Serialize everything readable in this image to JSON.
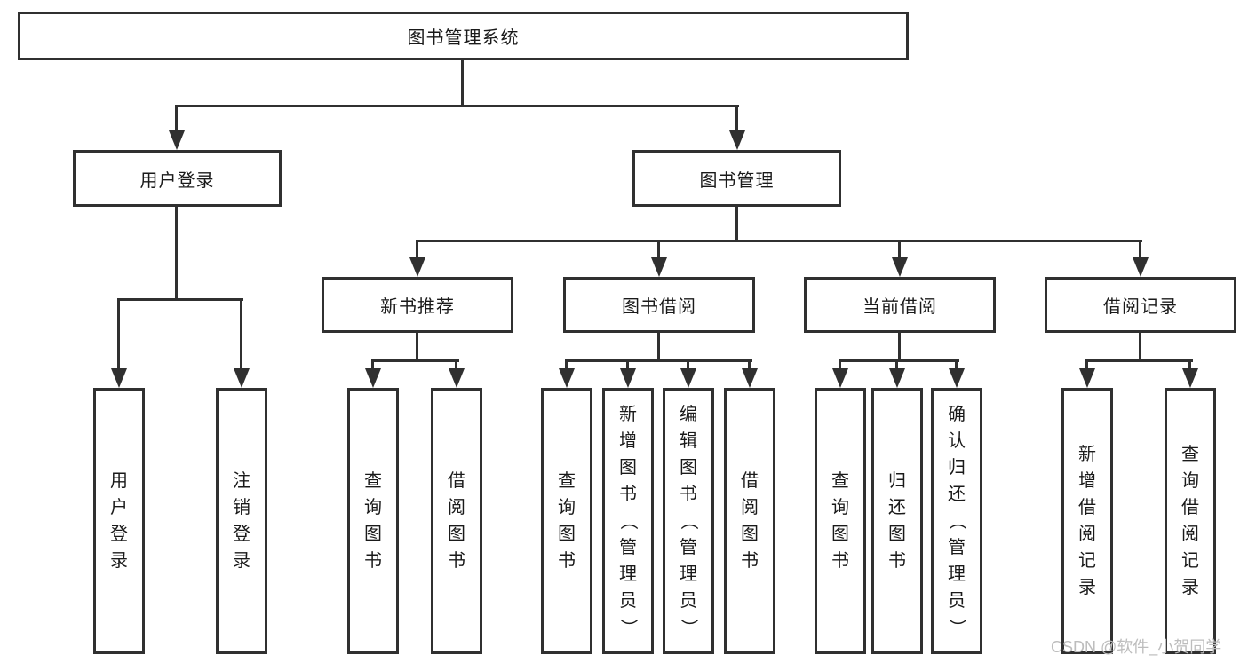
{
  "colors": {
    "line": "#303030",
    "text": "#1a1a1a",
    "background": "#ffffff",
    "watermark": "#bdbdbd"
  },
  "watermark": "CSDN @软件_小贺同学",
  "diagram": {
    "root": {
      "label": "图书管理系统"
    },
    "branches": [
      {
        "label": "用户登录",
        "children": [
          {
            "label": "用户登录"
          },
          {
            "label": "注销登录"
          }
        ]
      },
      {
        "label": "图书管理",
        "children": [
          {
            "label": "新书推荐",
            "children": [
              {
                "label": "查询图书"
              },
              {
                "label": "借阅图书"
              }
            ]
          },
          {
            "label": "图书借阅",
            "children": [
              {
                "label": "查询图书"
              },
              {
                "label": "新增图书（管理员）"
              },
              {
                "label": "编辑图书（管理员）"
              },
              {
                "label": "借阅图书"
              }
            ]
          },
          {
            "label": "当前借阅",
            "children": [
              {
                "label": "查询图书"
              },
              {
                "label": "归还图书"
              },
              {
                "label": "确认归还（管理员）"
              }
            ]
          },
          {
            "label": "借阅记录",
            "children": [
              {
                "label": "新增借阅记录"
              },
              {
                "label": "查询借阅记录"
              }
            ]
          }
        ]
      }
    ]
  }
}
